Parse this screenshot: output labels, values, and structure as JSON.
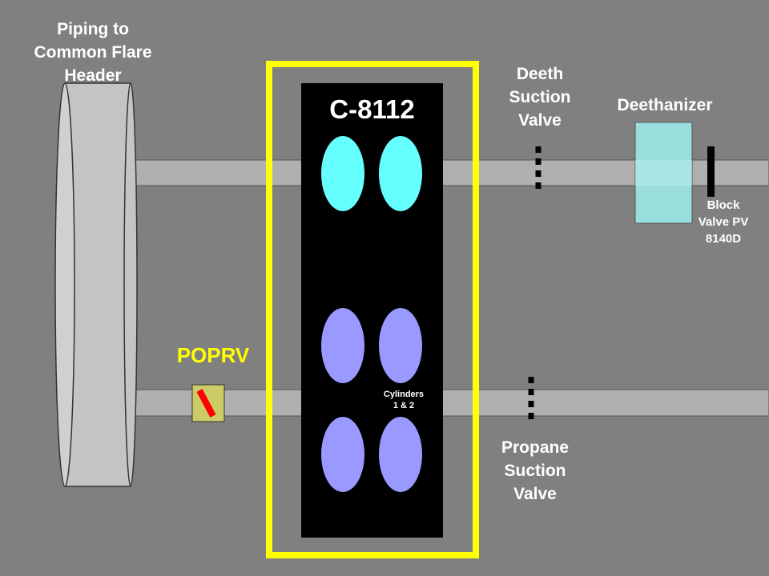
{
  "labels": {
    "flare_header": "Piping to\nCommon Flare\nHeader",
    "compressor": "C-8112",
    "deeth_valve": "Deeth\nSuction\nValve",
    "deethanizer": "Deethanizer",
    "block_valve": "Block\nValve PV\n8140D",
    "poprv": "POPRV",
    "cylinders": "Cylinders\n1 & 2",
    "propane_valve": "Propane\nSuction\nValve"
  },
  "colors": {
    "background": "#808080",
    "pipe": "#b0b0b0",
    "header": "#c4c4c4",
    "highlight_box": "#ffff00",
    "compressor_body": "#000000",
    "cyan_cylinder": "#66ffff",
    "blue_cylinder": "#9999ff",
    "deethanizer_fill": "#99dddd",
    "poprv_body": "#cccc66",
    "poprv_marker": "#ff0000",
    "poprv_text": "#ffff00",
    "label_text": "#ffffff"
  }
}
